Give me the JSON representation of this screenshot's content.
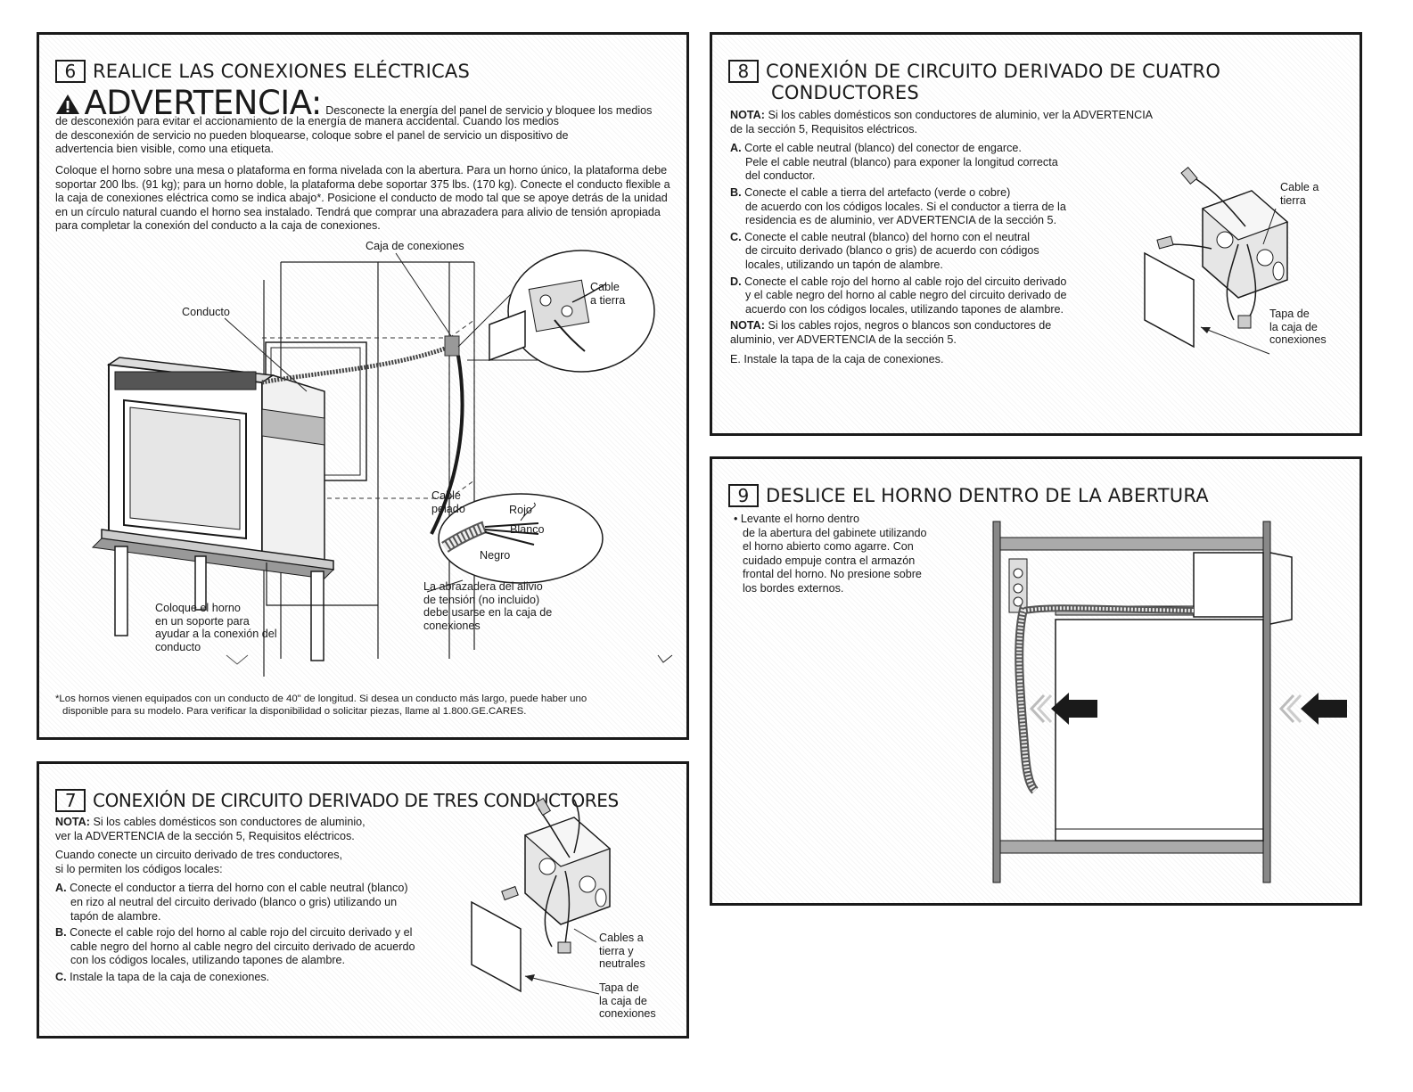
{
  "s6": {
    "num": "6",
    "title": "REALICE LAS CONEXIONES ELÉCTRICAS",
    "warning_word": "ADVERTENCIA:",
    "warning_lines": [
      "de desconexión para evitar el accionamiento de la energía de manera accidental. Cuando los medios",
      "de desconexión de servicio no pueden bloquearse, coloque sobre el panel de servicio un dispositivo de",
      "advertencia bien visible, como una etiqueta."
    ],
    "warning_first": "Desconecte la energía del panel de servicio y bloquee los medios",
    "paragraph": "Coloque el horno sobre una mesa o plataforma en forma nivelada con la abertura. Para un horno único, la plataforma debe soportar 200 lbs. (91 kg); para un horno doble, la plataforma debe soportar 375 lbs. (170 kg). Conecte el conducto flexible a la caja de conexiones eléctrica como se indica abajo*. Posicione el conducto de modo tal que se apoye detrás de la unidad en un círculo natural cuando el horno sea instalado. Tendrá que comprar una abrazadera para alivio de tensión apropiada para completar la conexión del conducto a la caja de conexiones.",
    "labels": {
      "caja": "Caja de conexiones",
      "conducto": "Conducto",
      "cable_tierra_1": "Cable",
      "cable_tierra_2": "a tierra",
      "cable_pelado_1": "Cable",
      "cable_pelado_2": "pelado",
      "rojo": "Rojo",
      "blanco": "Blanco",
      "negro": "Negro",
      "abraz_1": "La abrazadera del alivio",
      "abraz_2": "de tensión (no incluido)",
      "abraz_3": "debe usarse en la caja de",
      "abraz_4": "conexiones",
      "coloque_1": "Coloque el horno",
      "coloque_2": "en un soporte para",
      "coloque_3": "ayudar a la conexión del",
      "coloque_4": "conducto"
    },
    "footnote_1": "*Los hornos vienen equipados con un conducto de 40\" de longitud. Si desea un conducto más largo, puede haber uno",
    "footnote_2": "disponible para su modelo. Para verificar la disponibilidad o solicitar piezas, llame al 1.800.GE.CARES."
  },
  "s7": {
    "num": "7",
    "title": "CONEXIÓN DE CIRCUITO DERIVADO DE TRES CONDUCTORES",
    "nota_label": "NOTA:",
    "nota_l1": "Si los cables domésticos son conductores de aluminio,",
    "nota_l2": "ver la ADVERTENCIA de la sección 5, Requisitos eléctricos.",
    "intro_l1": "Cuando conecte un circuito derivado de tres conductores,",
    "intro_l2": "si lo permiten los códigos locales:",
    "steps": [
      {
        "key": "A.",
        "lines": [
          "Conecte el conductor a tierra del horno con el cable neutral (blanco)",
          "en rizo al neutral del circuito derivado (blanco o gris) utilizando un",
          "tapón de alambre."
        ]
      },
      {
        "key": "B.",
        "lines": [
          "Conecte el cable rojo del horno al cable rojo del circuito derivado y el",
          "cable negro del horno al cable negro del circuito derivado de acuerdo",
          "con los códigos locales, utilizando tapones de alambre."
        ]
      },
      {
        "key": "C.",
        "lines": [
          "Instale la tapa de la caja de conexiones."
        ]
      }
    ],
    "labels": {
      "cables_1": "Cables a",
      "cables_2": "tierra y",
      "cables_3": "neutrales",
      "tapa_1": "Tapa de",
      "tapa_2": "la caja de",
      "tapa_3": "conexiones"
    }
  },
  "s8": {
    "num": "8",
    "title_1": "CONEXIÓN DE CIRCUITO DERIVADO DE CUATRO",
    "title_2": "CONDUCTORES",
    "nota_label": "NOTA:",
    "nota_l1": "Si los cables domésticos son conductores de aluminio, ver la ADVERTENCIA",
    "nota_l2": "de la sección 5, Requisitos eléctricos.",
    "steps": [
      {
        "key": "A.",
        "lines": [
          "Corte el cable neutral (blanco) del conector de engarce.",
          "Pele el cable neutral (blanco) para exponer la longitud correcta",
          "del conductor."
        ]
      },
      {
        "key": "B.",
        "lines": [
          "Conecte el cable a tierra del artefacto (verde o cobre)",
          "de acuerdo con los códigos locales. Si el conductor a tierra de la",
          "residencia es de aluminio, ver ADVERTENCIA de la sección 5."
        ]
      },
      {
        "key": "C.",
        "lines": [
          "Conecte el cable neutral (blanco) del horno con el neutral",
          "de circuito derivado (blanco o gris) de acuerdo con códigos",
          "locales, utilizando un tapón de alambre."
        ]
      },
      {
        "key": "D.",
        "lines": [
          "Conecte el cable rojo del horno al cable rojo del circuito derivado",
          "y el cable negro del horno al cable negro del circuito derivado de",
          "acuerdo con los códigos locales, utilizando tapones de alambre."
        ]
      }
    ],
    "nota2_label": "NOTA:",
    "nota2_l1": "Si los cables rojos, negros o blancos son conductores de",
    "nota2_l2": "aluminio, ver ADVERTENCIA de la sección 5.",
    "step_e": "E. Instale la tapa de la caja de conexiones.",
    "labels": {
      "cable_1": "Cable a",
      "cable_2": "tierra",
      "tapa_1": "Tapa de",
      "tapa_2": "la caja de",
      "tapa_3": "conexiones"
    }
  },
  "s9": {
    "num": "9",
    "title": "DESLICE EL HORNO DENTRO DE LA ABERTURA",
    "lines": [
      "• Levante el horno dentro",
      "de la abertura del gabinete utilizando",
      "el horno abierto como agarre. Con",
      "cuidado empuje contra el armazón",
      "frontal del horno. No presione sobre",
      "los bordes externos."
    ]
  }
}
